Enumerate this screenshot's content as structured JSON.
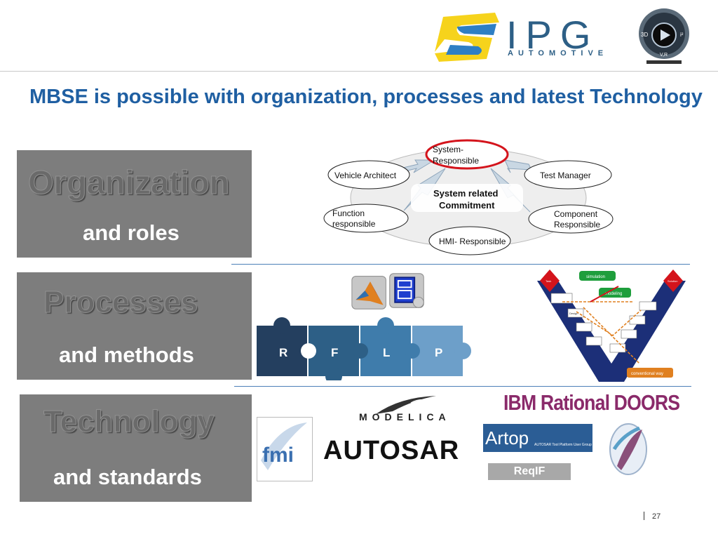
{
  "header": {
    "company_letters": "IPG",
    "company_sub": "AUTOMOTIVE",
    "badge_labels": [
      "3D",
      "i²",
      "V,R"
    ]
  },
  "title": "MBSE is possible with organization, processes and latest Technology",
  "pillars": [
    {
      "heading": "Organization",
      "subheading": "and roles"
    },
    {
      "heading": "Processes",
      "subheading": "and methods"
    },
    {
      "heading": "Technology",
      "subheading": "and standards"
    }
  ],
  "org_diagram": {
    "center_line1": "System related",
    "center_line2": "Commitment",
    "roles": {
      "system_responsible_1": "System-",
      "system_responsible_2": "Responsible",
      "vehicle_architect": "Vehicle Architect",
      "test_manager": "Test Manager",
      "function_1": "Function",
      "function_2": "responsible",
      "component_1": "Component",
      "component_2": "Responsible",
      "hmi": "HMI- Responsible"
    },
    "highlight_color": "#d4141c"
  },
  "puzzle": {
    "pieces": [
      "R",
      "F",
      "L",
      "P"
    ],
    "colors": [
      "#243f5f",
      "#2d5f86",
      "#3f7cab",
      "#6d9fc9"
    ]
  },
  "v_model": {
    "labels": {
      "task": "Task",
      "solution": "Solution",
      "simulation": "simulation",
      "modeling": "modeling",
      "design": "Design",
      "conventional": "conventional way"
    }
  },
  "logos": {
    "ibm": "IBM Rational DOORS",
    "modelica": "MODELICA",
    "autosar": "AUTOSAR",
    "artop": "Artop",
    "artop_sub": "AUTOSAR Tool Platform User Group",
    "reqif": "ReqIF",
    "fmi": "fmi"
  },
  "footer": {
    "page_number": "27"
  }
}
